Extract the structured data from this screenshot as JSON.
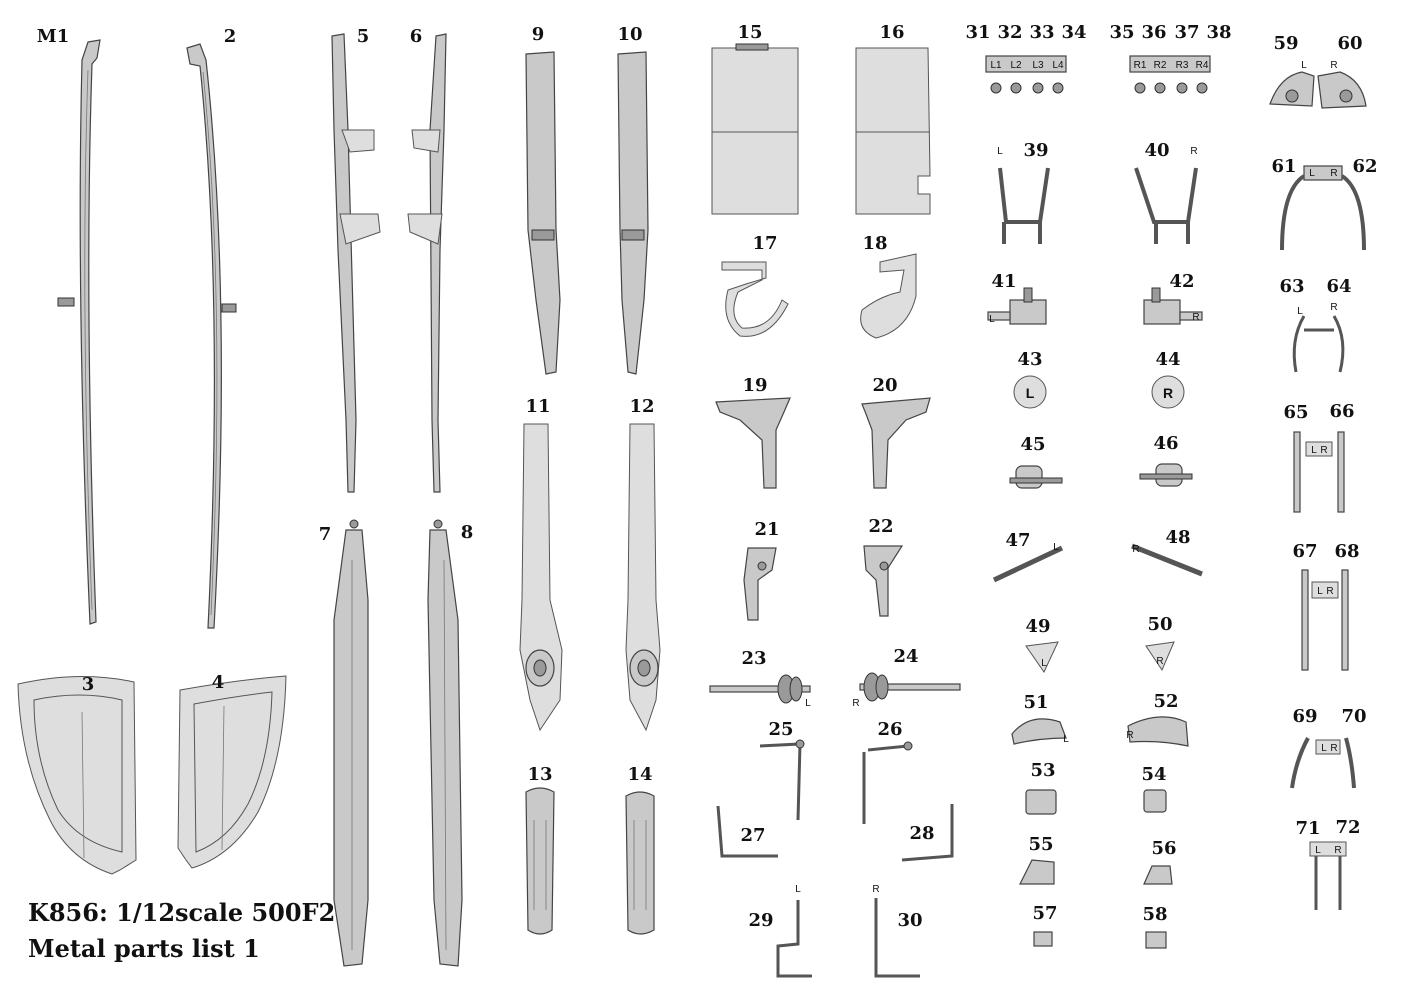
{
  "title": {
    "line1": "K856: 1/12scale 500F2",
    "line2": "Metal parts list 1"
  },
  "part_numbers": {
    "M1": "M1",
    "p2": "2",
    "p3": "3",
    "p4": "4",
    "p5": "5",
    "p6": "6",
    "p7": "7",
    "p8": "8",
    "p9": "9",
    "p10": "10",
    "p11": "11",
    "p12": "12",
    "p13": "13",
    "p14": "14",
    "p15": "15",
    "p16": "16",
    "p17": "17",
    "p18": "18",
    "p19": "19",
    "p20": "20",
    "p21": "21",
    "p22": "22",
    "p23": "23",
    "p24": "24",
    "p25": "25",
    "p26": "26",
    "p27": "27",
    "p28": "28",
    "p29": "29",
    "p30": "30",
    "p31": "31",
    "p32": "32",
    "p33": "33",
    "p34": "34",
    "p35": "35",
    "p36": "36",
    "p37": "37",
    "p38": "38",
    "p39": "39",
    "p40": "40",
    "p41": "41",
    "p42": "42",
    "p43": "43",
    "p44": "44",
    "p45": "45",
    "p46": "46",
    "p47": "47",
    "p48": "48",
    "p49": "49",
    "p50": "50",
    "p51": "51",
    "p52": "52",
    "p53": "53",
    "p54": "54",
    "p55": "55",
    "p56": "56",
    "p57": "57",
    "p58": "58",
    "p59": "59",
    "p60": "60",
    "p61": "61",
    "p62": "62",
    "p63": "63",
    "p64": "64",
    "p65": "65",
    "p66": "66",
    "p67": "67",
    "p68": "68",
    "p69": "69",
    "p70": "70",
    "p71": "71",
    "p72": "72"
  },
  "part_tags": {
    "L1": "L1",
    "L2": "L2",
    "L3": "L3",
    "L4": "L4",
    "R1": "R1",
    "R2": "R2",
    "R3": "R3",
    "R4": "R4",
    "L": "L",
    "R": "R"
  }
}
